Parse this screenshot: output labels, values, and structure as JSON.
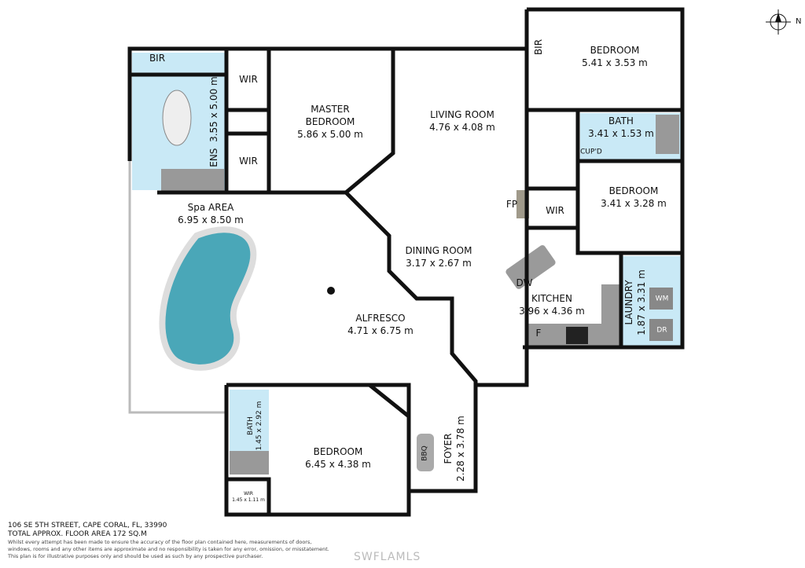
{
  "rooms": {
    "bir": "BIR",
    "ens": {
      "name": "ENS",
      "size": "3.55 x 5.00 m"
    },
    "wir_master_top": "WIR",
    "wir_master_bottom": "WIR",
    "master_bedroom": {
      "name": "MASTER\nBEDROOM",
      "line1": "MASTER",
      "line2": "BEDROOM",
      "size": "5.86 x 5.00 m"
    },
    "living_room": {
      "name": "LIVING ROOM",
      "size": "4.76 x 4.08 m"
    },
    "bir_bedroom": "BIR",
    "bedroom_ne": {
      "name": "BEDROOM",
      "size": "5.41 x 3.53 m"
    },
    "bath_e": {
      "name": "BATH",
      "size": "3.41 x 1.53 m"
    },
    "cupd": "CUP'D",
    "bedroom_e": {
      "name": "BEDROOM",
      "size": "3.41 x 3.28 m"
    },
    "wir_e": "WIR",
    "fp": "FP",
    "spa_area": {
      "name": "Spa  AREA",
      "size": "6.95 x 8.50 m"
    },
    "dining_room": {
      "name": "DINING ROOM",
      "size": "3.17 x 2.67 m"
    },
    "dw": "DW",
    "kitchen": {
      "name": "KITCHEN",
      "size": "3.96 x 4.36 m"
    },
    "f": "F",
    "laundry": {
      "name": "LAUNDRY",
      "size": "1.87 x 3.31 m"
    },
    "wm": "WM",
    "dr": "DR",
    "alfresco": {
      "name": "ALFRESCO",
      "size": "4.71 x 6.75 m"
    },
    "bath_sw": {
      "name": "BATH",
      "size": "1.45 x 2.92 m"
    },
    "wir_sw": {
      "name": "WIR",
      "size": "1.45 x 1.11 m"
    },
    "bedroom_s": {
      "name": "BEDROOM",
      "size": "6.45 x 4.38 m"
    },
    "bbq": "BBQ",
    "foyer": {
      "name": "FOYER",
      "size": "2.28 x 3.78 m"
    }
  },
  "footer": {
    "address": "106 SE 5TH STREET, CAPE CORAL, FL, 33990",
    "area": "TOTAL APPROX. FLOOR AREA 172 SQ.M",
    "disclaimer1": "Whilst every attempt has been made to ensure the accuracy of the floor plan contained here, measurements of doors,",
    "disclaimer2": "windows, rooms and any other items are approximate and no responsibility is taken for any error, omission, or misstatement.",
    "disclaimer3": "This plan is for illustrative purposes only and should be used as such by any prospective purchaser."
  },
  "watermark": "SWFLAMLS",
  "compass": "N",
  "colors": {
    "wall": "#111111",
    "wet_area": "#c9e9f6",
    "fixture": "#9a9a9a",
    "pool": "#4aa7b8"
  }
}
